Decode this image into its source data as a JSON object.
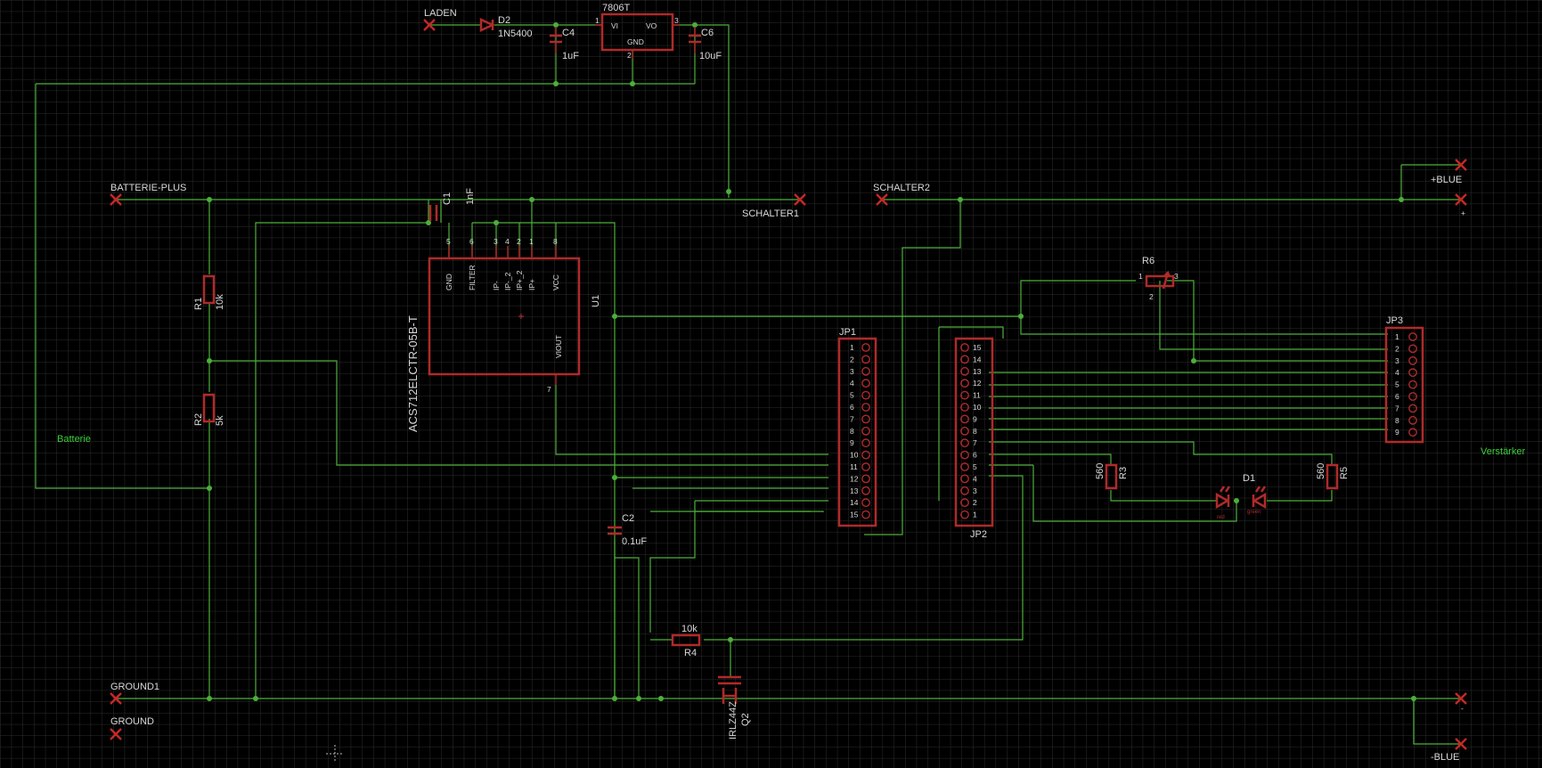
{
  "regulator": {
    "name": "7806T",
    "vi": "VI",
    "vo": "VO",
    "gnd": "GND",
    "p1": "1",
    "p2": "2",
    "p3": "3"
  },
  "d2": {
    "name": "D2",
    "value": "1N5400"
  },
  "c4": {
    "name": "C4",
    "value": "1uF"
  },
  "c6": {
    "name": "C6",
    "value": "10uF"
  },
  "c1": {
    "name": "C1",
    "value": "1nF"
  },
  "c2": {
    "name": "C2",
    "value": "0.1uF"
  },
  "r1": {
    "name": "R1",
    "value": "10k"
  },
  "r2": {
    "name": "R2",
    "value": "5k"
  },
  "r3": {
    "name": "R3",
    "value": "560"
  },
  "r4": {
    "name": "R4",
    "value": "10k"
  },
  "r5": {
    "name": "R5",
    "value": "560"
  },
  "r6": {
    "name": "R6",
    "p1": "1",
    "p2": "2",
    "p3": "3"
  },
  "d1": {
    "name": "D1",
    "red": "red",
    "green": "green"
  },
  "q2": {
    "name": "Q2",
    "value": "IRLZ44Z"
  },
  "u1": {
    "name": "U1",
    "value": "ACS712ELCTR-05B-T",
    "pins_top": [
      {
        "num": "5",
        "label": "GND"
      },
      {
        "num": "6",
        "label": "FILTER"
      },
      {
        "num": "3",
        "label": "IP-"
      },
      {
        "num": "4",
        "label": "IP-_2"
      },
      {
        "num": "2",
        "label": "IP+_2"
      },
      {
        "num": "1",
        "label": "IP+"
      },
      {
        "num": "8",
        "label": "VCC"
      }
    ],
    "pin7": {
      "num": "7",
      "label": "VIOUT"
    }
  },
  "jp1": {
    "name": "JP1",
    "pins": [
      "1",
      "2",
      "3",
      "4",
      "5",
      "6",
      "7",
      "8",
      "9",
      "10",
      "11",
      "12",
      "13",
      "14",
      "15"
    ]
  },
  "jp2": {
    "name": "JP2",
    "pins": [
      "15",
      "14",
      "13",
      "12",
      "11",
      "10",
      "9",
      "8",
      "7",
      "6",
      "5",
      "4",
      "3",
      "2",
      "1"
    ]
  },
  "jp3": {
    "name": "JP3",
    "pins": [
      "1",
      "2",
      "3",
      "4",
      "5",
      "6",
      "7",
      "8",
      "9"
    ]
  },
  "nets": {
    "laden": "LADEN",
    "batterie_plus": "BATTERIE-PLUS",
    "schalter1": "SCHALTER1",
    "schalter2": "SCHALTER2",
    "plus_blue": "+BLUE",
    "plus": "+",
    "minus": "-",
    "minus_blue": "-BLUE",
    "ground1": "GROUND1",
    "ground": "GROUND",
    "batterie": "Batterie",
    "verstaerker": "Verstärker"
  },
  "colors": {
    "background": "#000000",
    "grid": "#2e2e2e",
    "wire": "#4caf3a",
    "part": "#b02a2a",
    "text": "#d8d8d8",
    "net_label": "#3bd03b"
  }
}
